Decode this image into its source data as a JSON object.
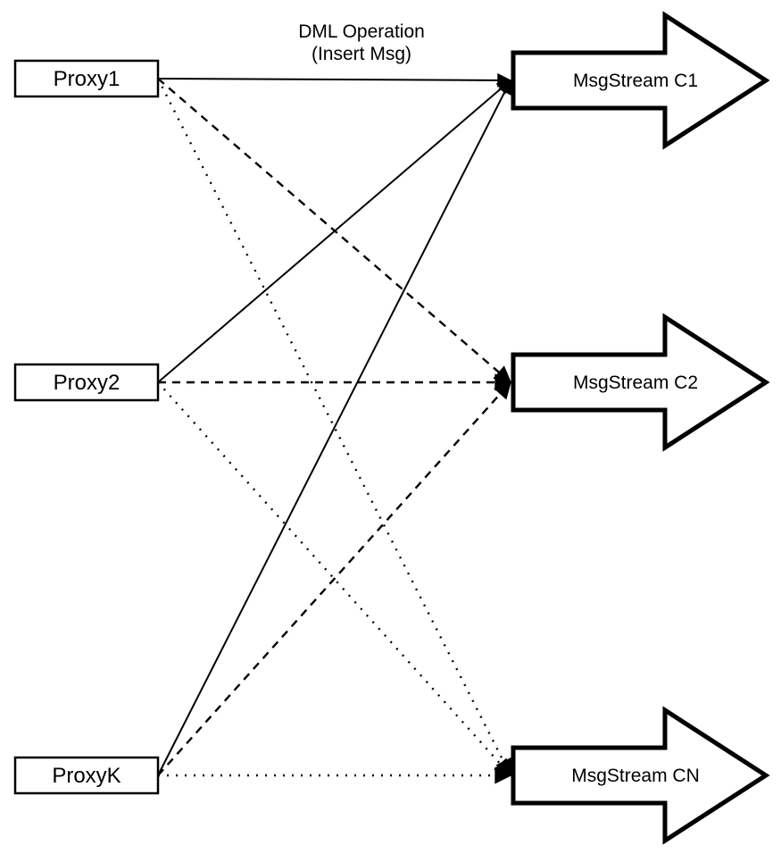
{
  "caption": {
    "line1": "DML Operation",
    "line2": "(Insert Msg)"
  },
  "proxies": [
    {
      "id": "proxy1",
      "label": "Proxy1"
    },
    {
      "id": "proxy2",
      "label": "Proxy2"
    },
    {
      "id": "proxyk",
      "label": "ProxyK"
    }
  ],
  "streams": [
    {
      "id": "c1",
      "label": "MsgStream C1"
    },
    {
      "id": "c2",
      "label": "MsgStream C2"
    },
    {
      "id": "cn",
      "label": "MsgStream CN"
    }
  ],
  "connections": [
    {
      "from": "proxy1",
      "to": "c1",
      "style": "solid"
    },
    {
      "from": "proxy1",
      "to": "c2",
      "style": "dashed"
    },
    {
      "from": "proxy1",
      "to": "cn",
      "style": "dotted"
    },
    {
      "from": "proxy2",
      "to": "c1",
      "style": "solid"
    },
    {
      "from": "proxy2",
      "to": "c2",
      "style": "dashed"
    },
    {
      "from": "proxy2",
      "to": "cn",
      "style": "dotted"
    },
    {
      "from": "proxyk",
      "to": "c1",
      "style": "solid"
    },
    {
      "from": "proxyk",
      "to": "c2",
      "style": "dashed"
    },
    {
      "from": "proxyk",
      "to": "cn",
      "style": "dotted"
    }
  ],
  "colors": {
    "stroke": "#000000",
    "fill": "#ffffff",
    "background": "#ffffff"
  }
}
